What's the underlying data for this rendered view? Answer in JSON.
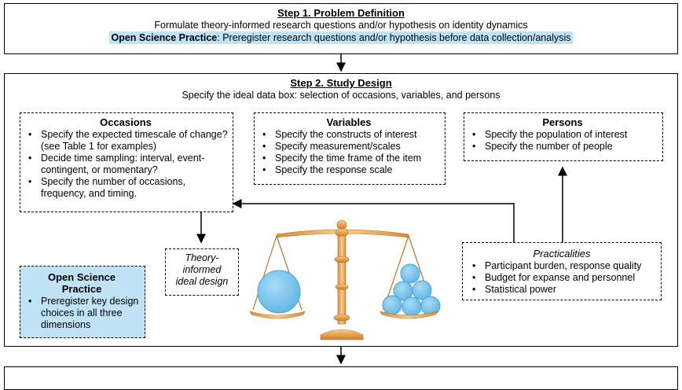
{
  "step1": {
    "title": "Step 1. Problem Definition",
    "text": "Formulate theory-informed research questions and/or hypothesis on identity dynamics",
    "osp_label": "Open Science Practice",
    "osp_text": ": Preregister research questions and/or hypothesis before data collection/analysis"
  },
  "step2": {
    "title": "Step 2. Study Design",
    "subtitle": "Specify the ideal data box: selection of occasions, variables, and persons"
  },
  "occasions": {
    "title": "Occasions",
    "items": [
      "Specify the expected timescale of change? (see Table 1 for examples)",
      "Decide time sampling: interval, event-contingent, or momentary?",
      "Specify the number of occasions, frequency, and timing."
    ]
  },
  "variables": {
    "title": "Variables",
    "items": [
      "Specify the constructs of interest",
      "Specify measurement/scales",
      "Specify the time frame of the item",
      "Specify the response scale"
    ]
  },
  "persons": {
    "title": "Persons",
    "items": [
      "Specify the population of interest",
      "Specify the number of people"
    ]
  },
  "theory_box": {
    "text": "Theory-informed ideal design"
  },
  "osp_box": {
    "title": "Open Science Practice",
    "items": [
      "Preregister key design choices in all three dimensions"
    ]
  },
  "practicalities": {
    "title": "Practicalities",
    "items": [
      "Participant burden, response quality",
      "Budget for expanse and personnel",
      "Statistical power"
    ]
  },
  "colors": {
    "highlight": "#bfe3f5",
    "scale_gold": "#e8a24e",
    "circle_blue": "#7cc6ee"
  }
}
